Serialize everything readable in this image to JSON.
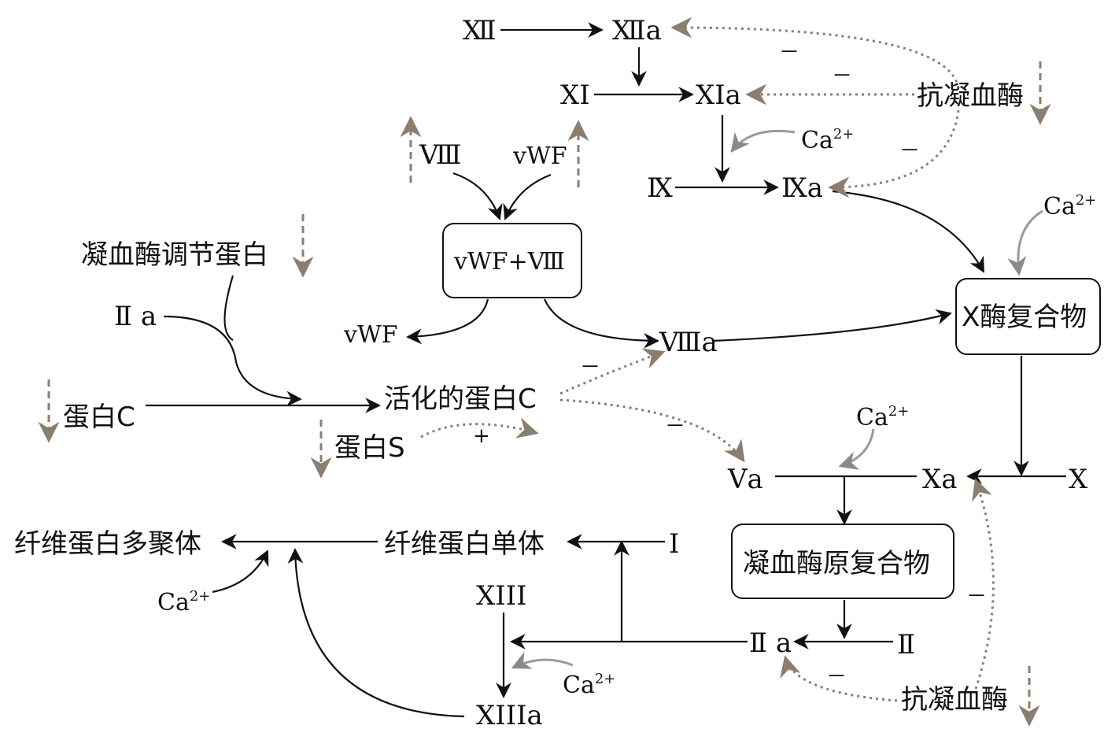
{
  "nodes": {
    "XII": "Ⅻ",
    "XIIa": "Ⅻa",
    "XI": "XⅠ",
    "XIa": "XⅠa",
    "IX": "Ⅸ",
    "IXa": "Ⅸa",
    "VIII": "Ⅷ",
    "vWF_in": "vWF",
    "vWF_VIII": "vWF+Ⅷ",
    "vWF_out": "vWF",
    "VIIIa": "Ⅷa",
    "X_complex": "X酶复合物",
    "X": "X",
    "Xa": "Xa",
    "Va": "Ⅴa",
    "thrombomodulin": "凝血酶调节蛋白",
    "IIa_top": "Ⅱ a",
    "proteinC": "蛋白C",
    "activated_proteinC": "活化的蛋白C",
    "proteinS": "蛋白S",
    "prothrombinase": "凝血酶原复合物",
    "IIa_bottom": "Ⅱ a",
    "II": "Ⅱ",
    "I": "Ⅰ",
    "fibrin_monomer": "纤维蛋白单体",
    "fibrin_polymer": "纤维蛋白多聚体",
    "XIII": "XIII",
    "XIIIa": "XIIIa",
    "antithrombin_top": "抗凝血酶",
    "antithrombin_bottom": "抗凝血酶"
  },
  "ions": {
    "ca1": "Ca",
    "ca2": "Ca",
    "ca3": "Ca",
    "ca4": "Ca",
    "ca5": "Ca",
    "sup": "2+"
  },
  "signs": {
    "minus": "－",
    "plus": "+"
  }
}
